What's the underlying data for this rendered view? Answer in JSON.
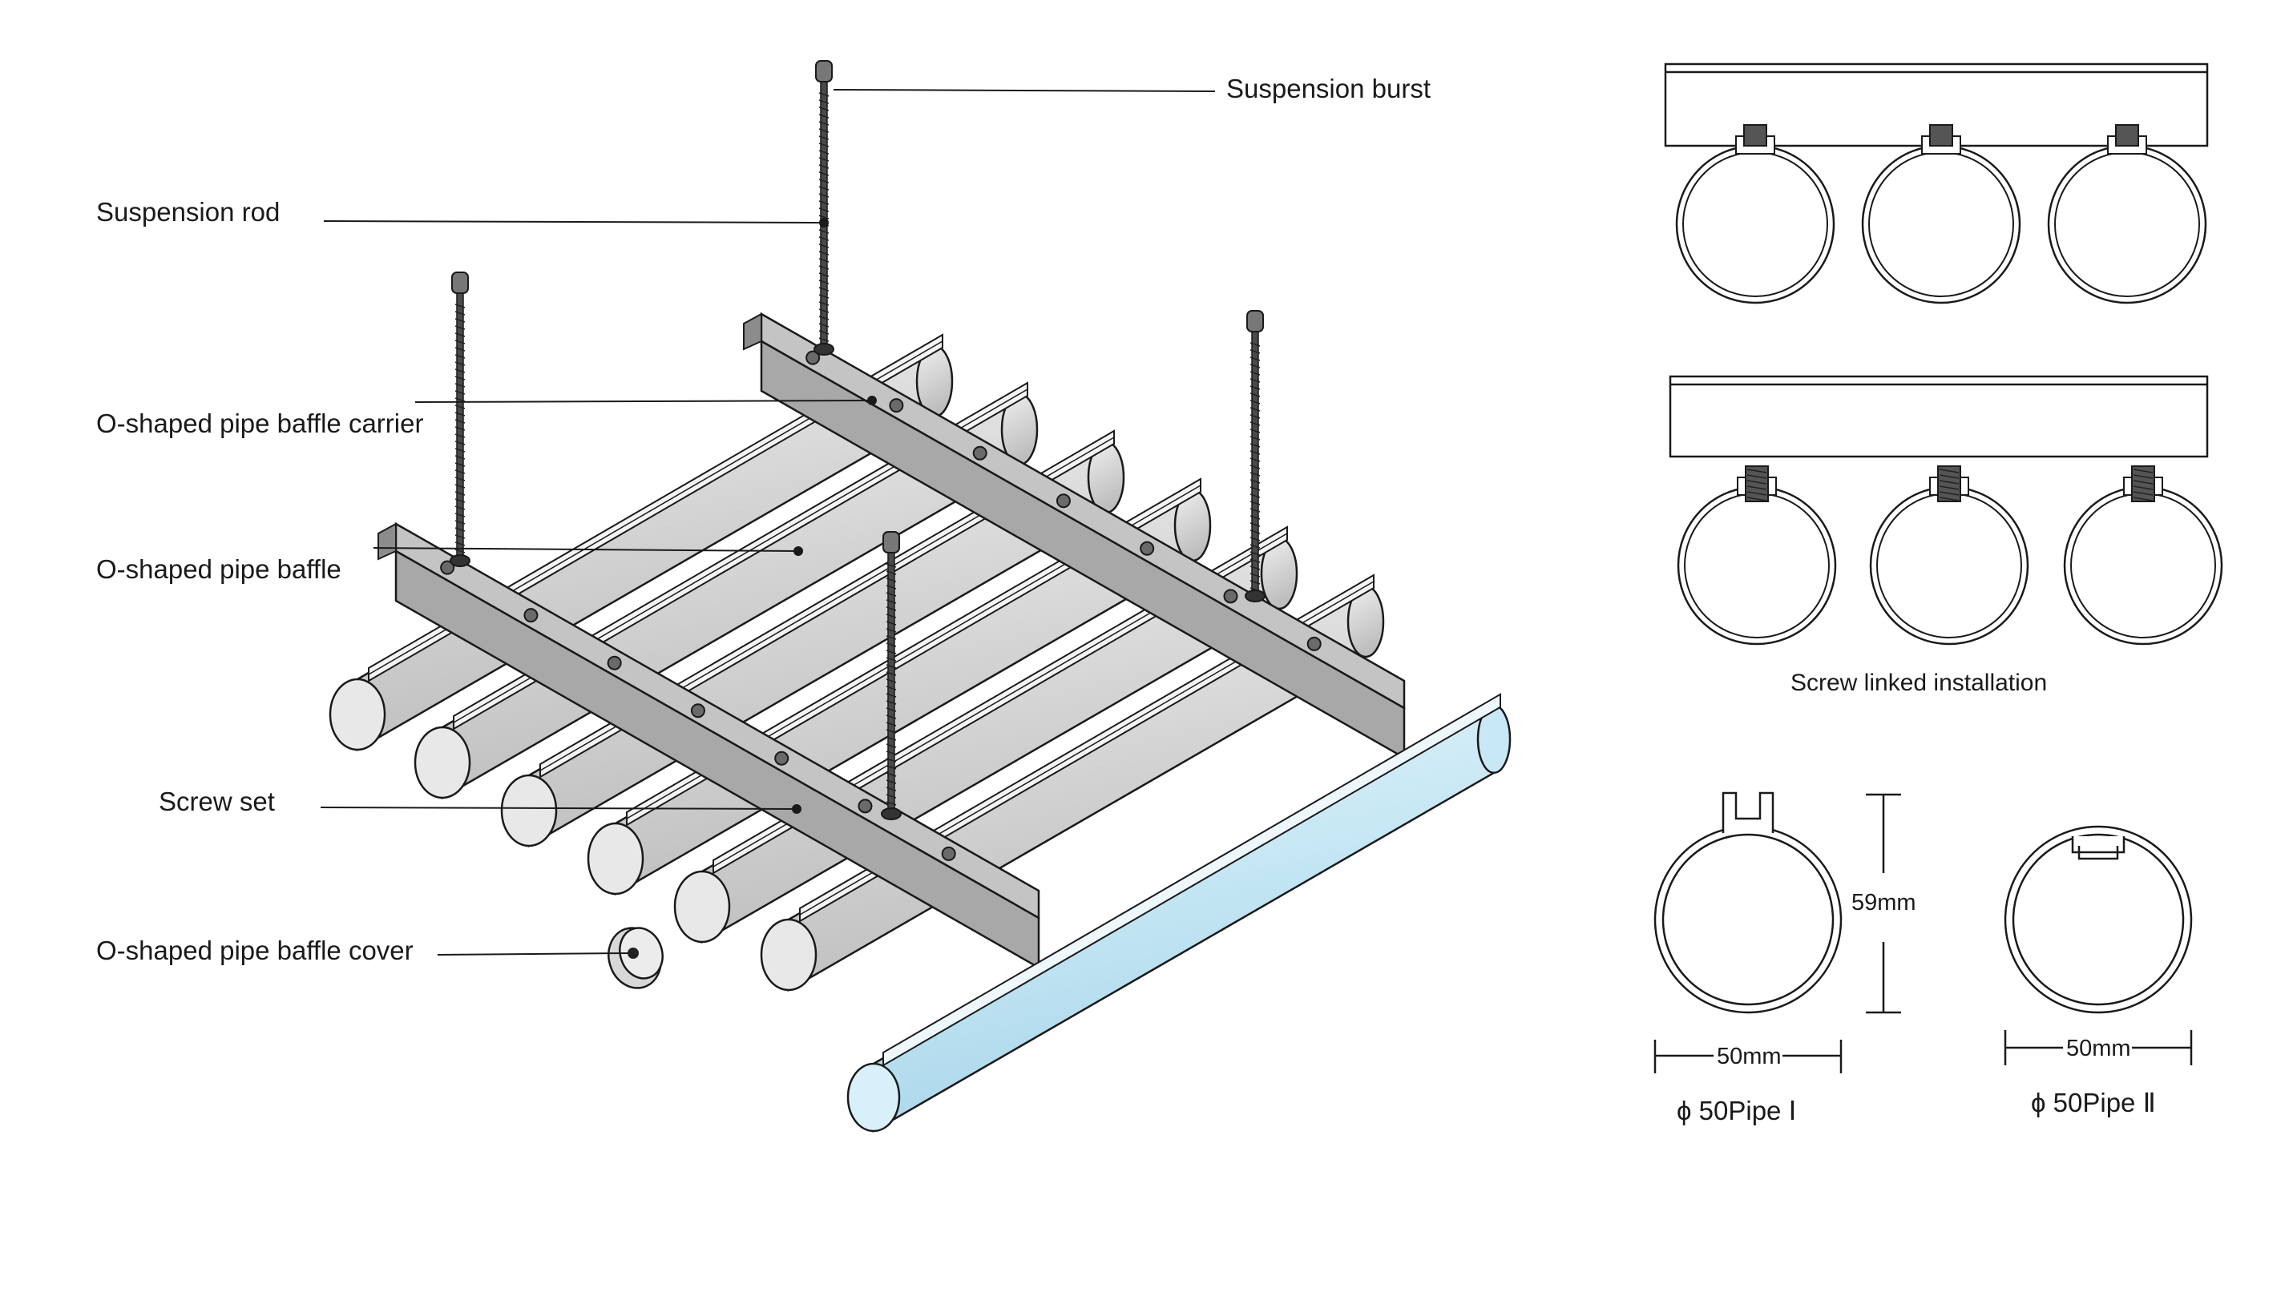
{
  "labels": {
    "suspension_burst": "Suspension burst",
    "suspension_rod": "Suspension rod",
    "carrier": "O-shaped pipe baffle carrier",
    "baffle": "O-shaped pipe baffle",
    "screw_set": "Screw set",
    "cover": "O-shaped pipe baffle cover"
  },
  "installation": {
    "caption": "Screw linked installation"
  },
  "pipes": {
    "pipe1": {
      "name": "ϕ 50Pipe Ⅰ",
      "height": "59mm",
      "width": "50mm"
    },
    "pipe2": {
      "name": "ϕ 50Pipe Ⅱ",
      "width": "50mm"
    }
  },
  "colors": {
    "line": "#1a1a1a",
    "pipe_fill": "#dcdcdc",
    "pipe_end": "#e8e8e8",
    "carrier_fill": "#a8a8a8",
    "carrier_top": "#c4c4c4",
    "highlight_pipe": "#c9e8f5",
    "rod": "#4a4a4a"
  }
}
